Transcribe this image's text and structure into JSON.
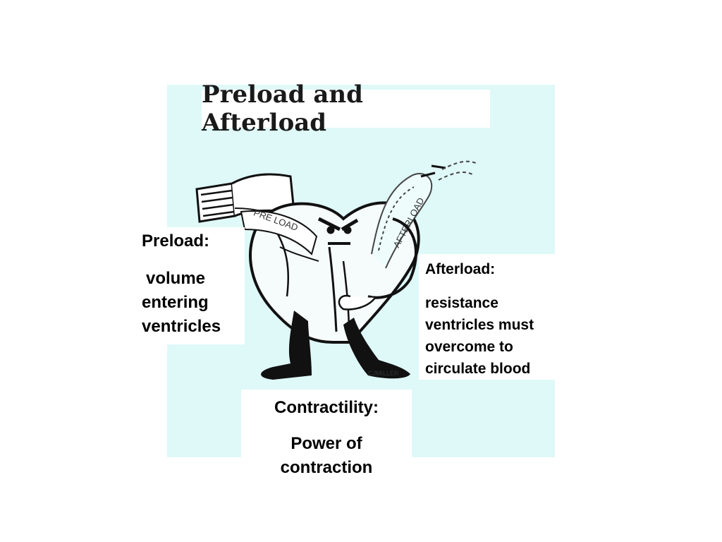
{
  "title": "Preload and Afterload",
  "cartoon": {
    "preload_tag": "PRE LOAD",
    "afterload_tag": "AFTERLOAD",
    "signature": "CJMILLER"
  },
  "preload": {
    "heading": "Preload:",
    "lines": [
      "volume",
      "entering",
      "ventricles"
    ]
  },
  "afterload": {
    "heading": "Afterload:",
    "lines": [
      "resistance",
      "ventricles must",
      "overcome to",
      "circulate blood"
    ]
  },
  "contractility": {
    "heading": "Contractility:",
    "lines": [
      "Power of",
      "contraction"
    ]
  },
  "colors": {
    "panel": "#dff8f8",
    "ink": "#111111"
  }
}
